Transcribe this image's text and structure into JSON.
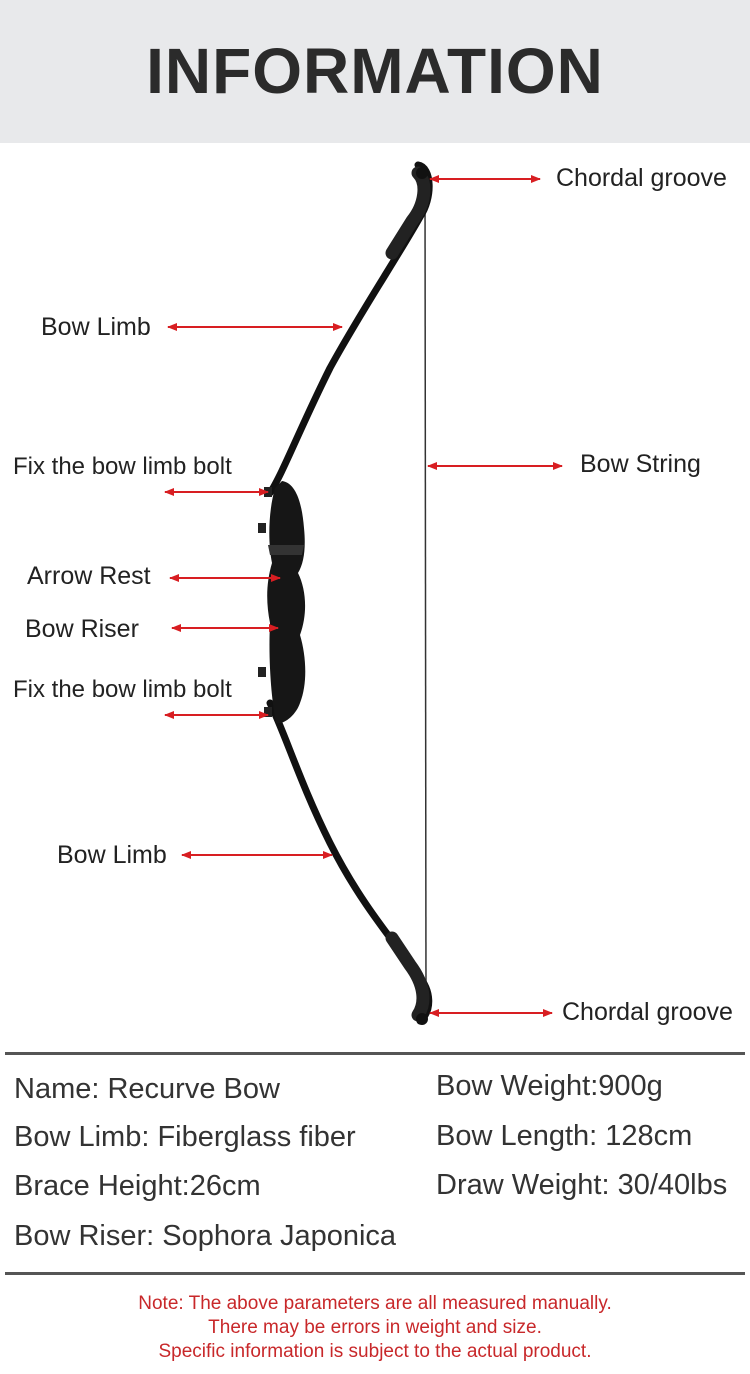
{
  "header": {
    "title": "INFORMATION"
  },
  "callouts": {
    "chordal_groove_top": "Chordal groove",
    "bow_limb_top": "Bow Limb",
    "fix_bolt_top": "Fix the bow limb bolt",
    "bow_string": "Bow String",
    "arrow_rest": "Arrow Rest",
    "bow_riser": "Bow Riser",
    "fix_bolt_bottom": "Fix the bow limb bolt",
    "bow_limb_bottom": "Bow Limb",
    "chordal_groove_bottom": "Chordal groove"
  },
  "specs": {
    "name": "Name: Recurve Bow",
    "bow_limb": "Bow Limb: Fiberglass fiber",
    "brace_height": "Brace Height:26cm",
    "bow_riser": "Bow Riser: Sophora Japonica",
    "bow_weight": "Bow Weight:900g",
    "bow_length": "Bow Length: 128cm",
    "draw_weight": "Draw Weight: 30/40lbs"
  },
  "note": {
    "line1": "Note: The above parameters are all measured manually.",
    "line2": "There may be errors in weight and size.",
    "line3": "Specific information is subject to the actual product."
  },
  "colors": {
    "arrow": "#d81e22",
    "note": "#c8282a",
    "header_bg": "#e8e9eb"
  }
}
